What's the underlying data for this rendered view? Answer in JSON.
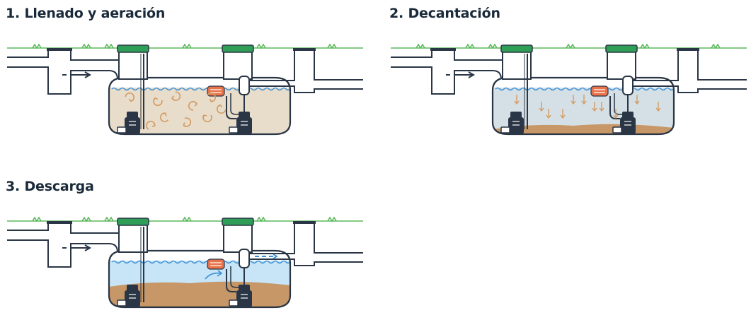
{
  "colors": {
    "outline": "#2a3645",
    "grass": "#5cb85c",
    "lid": "#2f9e57",
    "water_line": "#3a8fd6",
    "aeration_liquid": "#e8ddcb",
    "settling_liquid": "#d5e0e6",
    "clear_water": "#c7e5f6",
    "sludge": "#c79767",
    "arrow_brown": "#d39b63",
    "pump_dark": "#2a3645",
    "controller": "#e8734a"
  },
  "icons": [
    "pump-icon",
    "controller-icon",
    "flow-arrow-icon",
    "grass-icon"
  ],
  "panels": [
    {
      "id": "aeration",
      "title": "1. Llenado y aeración",
      "liquid": "aeration",
      "sludge": false,
      "discharge": false
    },
    {
      "id": "settling",
      "title": "2. Decantación",
      "liquid": "settling",
      "sludge": true,
      "discharge": false
    },
    {
      "id": "discharge",
      "title": "3. Descarga",
      "liquid": "clear",
      "sludge": true,
      "discharge": true
    }
  ]
}
